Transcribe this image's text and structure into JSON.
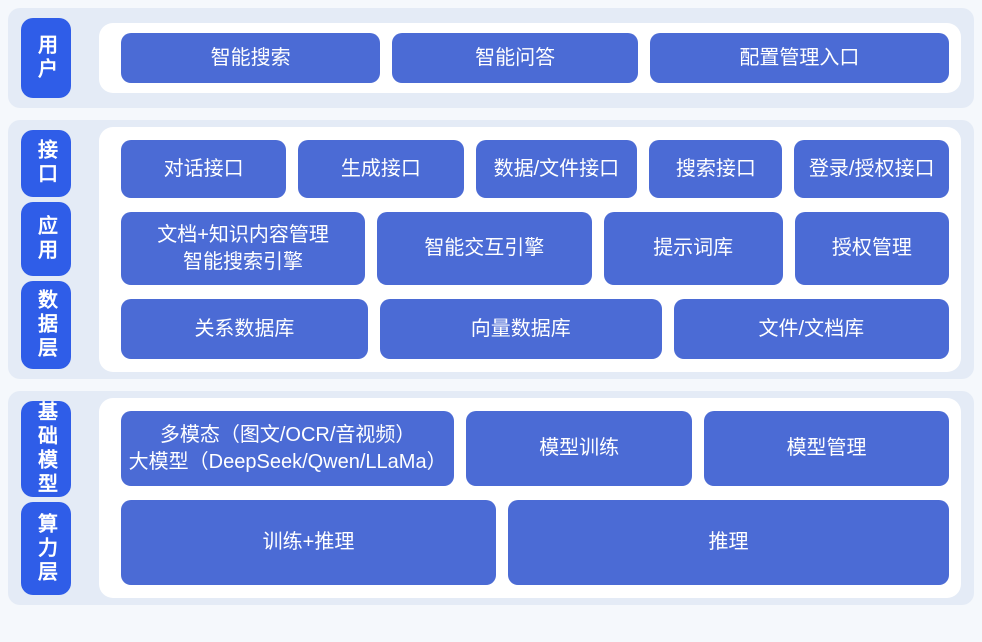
{
  "colors": {
    "page_bg": "#f5f8fc",
    "band_bg": "#e4ebf6",
    "panel_bg": "#ffffff",
    "layer_label_bg": "#2f5de8",
    "node_bg": "#4b6bd5",
    "node_text": "#ffffff"
  },
  "diagram": {
    "bands": [
      {
        "id": "user",
        "single_row": true,
        "labels": [
          {
            "id": "user",
            "text": "用户",
            "flex": 1
          }
        ],
        "rows": [
          {
            "height": 50,
            "nodes": [
              {
                "label": "智能搜索",
                "flex": 267
              },
              {
                "label": "智能问答",
                "flex": 252
              },
              {
                "label": "配置管理入口",
                "flex": 310
              }
            ]
          }
        ]
      },
      {
        "id": "platform",
        "single_row": false,
        "labels": [
          {
            "id": "interface",
            "text": "接口",
            "flex": 70
          },
          {
            "id": "application",
            "text": "应用",
            "flex": 78
          },
          {
            "id": "data-layer",
            "text": "数据层",
            "flex": 93
          }
        ],
        "rows": [
          {
            "height": 58,
            "nodes": [
              {
                "label": "对话接口",
                "flex": 172
              },
              {
                "label": "生成接口",
                "flex": 172
              },
              {
                "label": "数据/文件接口",
                "flex": 168
              },
              {
                "label": "搜索接口",
                "flex": 136
              },
              {
                "label": "登录/授权接口",
                "flex": 160
              }
            ]
          },
          {
            "height": 73,
            "nodes": [
              {
                "lines": [
                  "文档+知识内容管理",
                  "智能搜索引擎"
                ],
                "flex": 258
              },
              {
                "label": "智能交互引擎",
                "flex": 225
              },
              {
                "label": "提示词库",
                "flex": 186
              },
              {
                "label": "授权管理",
                "flex": 158
              }
            ]
          },
          {
            "height": 60,
            "nodes": [
              {
                "label": "关系数据库",
                "flex": 256
              },
              {
                "label": "向量数据库",
                "flex": 294
              },
              {
                "label": "文件/文档库",
                "flex": 287
              }
            ]
          }
        ]
      },
      {
        "id": "infra",
        "single_row": false,
        "labels": [
          {
            "id": "base-model",
            "text": "基础模型",
            "flex": 105
          },
          {
            "id": "compute-layer",
            "text": "算力层",
            "flex": 101
          }
        ],
        "rows": [
          {
            "height": 75,
            "nodes": [
              {
                "lines": [
                  "多模态（图文/OCR/音视频）",
                  "大模型（DeepSeek/Qwen/LLaMa）"
                ],
                "flex": 338
              },
              {
                "label": "模型训练",
                "flex": 225
              },
              {
                "label": "模型管理",
                "flex": 245
              }
            ]
          },
          {
            "height": 85,
            "nodes": [
              {
                "label": "训练+推理",
                "flex": 385
              },
              {
                "label": "推理",
                "flex": 455
              }
            ]
          }
        ]
      }
    ]
  }
}
